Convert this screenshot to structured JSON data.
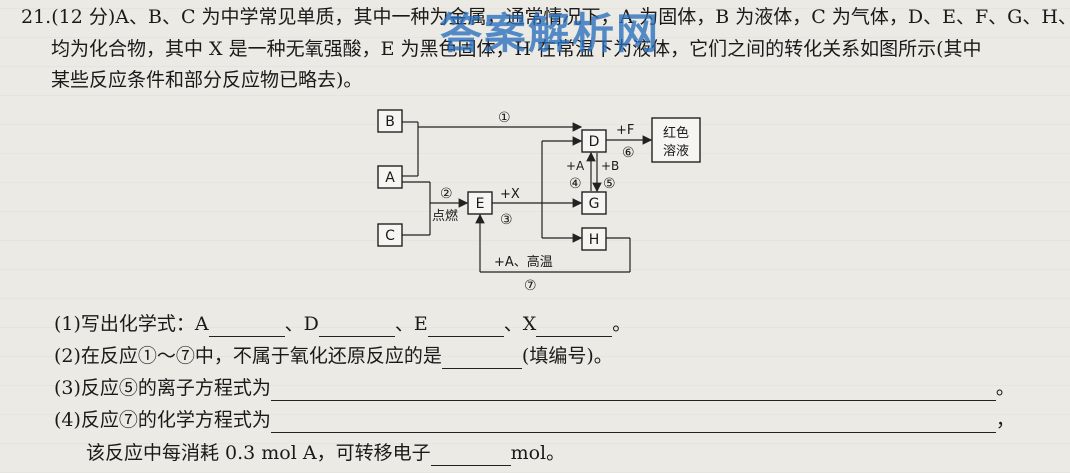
{
  "watermark": "答案解析网",
  "question": {
    "lines": [
      "21.(12 分)A、B、C 为中学常见单质，其中一种为金属，通常情况下，A 为固体，B 为液体，C 为气体，D、E、F、G、H、X",
      "均为化合物，其中 X 是一种无氧强酸，E 为黑色固体，H 在常温下为液体，它们之间的转化关系如图所示(其中",
      "某些反应条件和部分反应物已略去)。"
    ]
  },
  "diagram": {
    "boxes": {
      "B": "B",
      "A": "A",
      "C": "C",
      "D": "D",
      "E": "E",
      "G": "G",
      "H": "H",
      "red1": "红色",
      "red2": "溶液"
    },
    "labels": {
      "r1": "①",
      "r2": "②",
      "ignite": "点燃",
      "plusX": "+X",
      "r3": "③",
      "plusF": "+F",
      "r6": "⑥",
      "plusA": "+A",
      "r4": "④",
      "plusB": "+B",
      "r5": "⑤",
      "highTemp": "+A、高温",
      "r7": "⑦"
    }
  },
  "q1": {
    "text": "(1)写出化学式：A",
    "d": "、D",
    "e": "、E",
    "x": "、X",
    "end": "。"
  },
  "q2": {
    "text": "(2)在反应①～⑦中，不属于氧化还原反应的是",
    "end": "(填编号)。"
  },
  "q3": {
    "text": "(3)反应⑤的离子方程式为",
    "end": "。"
  },
  "q4": {
    "text": "(4)反应⑦的化学方程式为",
    "end": "，"
  },
  "q4b": {
    "text": "该反应中每消耗 0.3 mol A，可转移电子",
    "end": "mol。"
  }
}
